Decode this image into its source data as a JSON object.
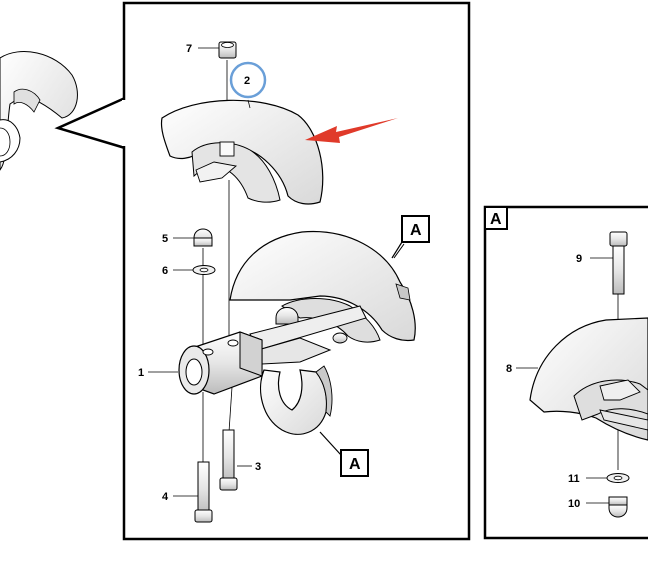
{
  "callouts": {
    "part_1": "1",
    "part_2": "2",
    "part_3": "3",
    "part_4": "4",
    "part_5": "5",
    "part_6": "6",
    "part_7": "7",
    "part_8": "8",
    "part_9": "9",
    "part_10": "10",
    "part_11": "11"
  },
  "detail_labels": {
    "main_top": "A",
    "main_bottom": "A",
    "inset_header": "A"
  },
  "colors": {
    "highlight_circle": "#6a9fd8",
    "arrow": "#e03a2a",
    "line": "#000000",
    "part_fill": "#f4f4f4",
    "part_shade": "#d6d6d6"
  },
  "icons": {
    "arrow": "red-pointer-arrow",
    "highlight": "blue-highlight-circle"
  }
}
